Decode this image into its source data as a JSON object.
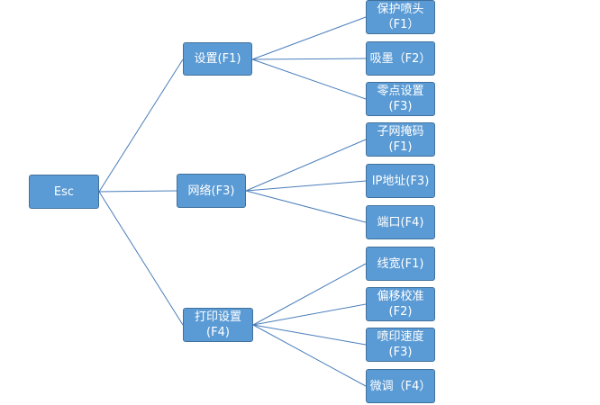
{
  "root": {
    "label": "Esc"
  },
  "branches": [
    {
      "id": "settings",
      "label": "设置(F1)",
      "children": [
        {
          "id": "nozzle-protect",
          "label": "保护喷头\n（F1）"
        },
        {
          "id": "ink-suction",
          "label": "吸墨（F2）"
        },
        {
          "id": "zero-setting",
          "label": "零点设置\n(F3)"
        }
      ]
    },
    {
      "id": "network",
      "label": "网络(F3)",
      "children": [
        {
          "id": "subnet-mask",
          "label": "子网掩码\n(F1)"
        },
        {
          "id": "ip-address",
          "label": "IP地址(F3)"
        },
        {
          "id": "port",
          "label": "端口(F4)"
        }
      ]
    },
    {
      "id": "print-settings",
      "label": "打印设置\n(F4)",
      "children": [
        {
          "id": "line-width",
          "label": "线宽(F1)"
        },
        {
          "id": "offset-calibration",
          "label": "偏移校准\n(F2)"
        },
        {
          "id": "print-speed",
          "label": "喷印速度\n(F3)"
        },
        {
          "id": "fine-tune",
          "label": "微调（F4）"
        }
      ]
    }
  ]
}
